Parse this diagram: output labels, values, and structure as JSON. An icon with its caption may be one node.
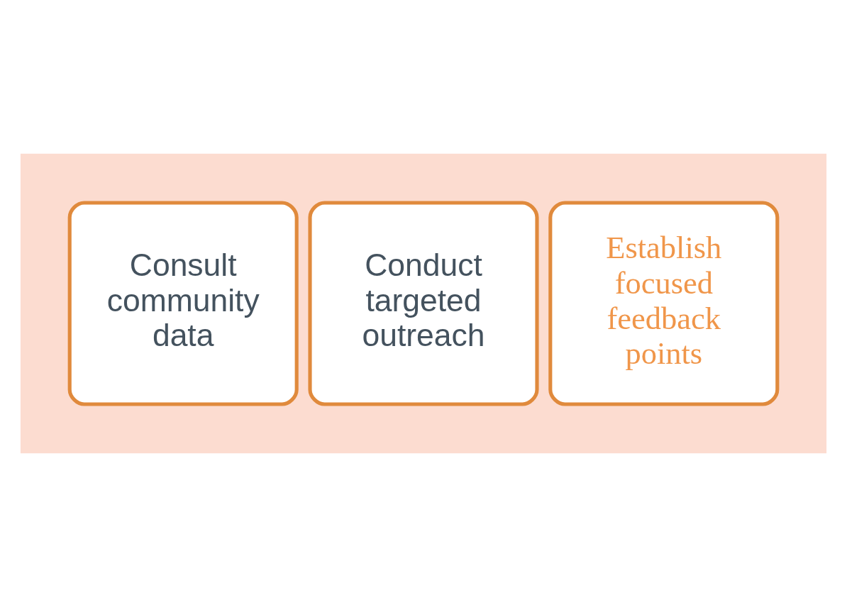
{
  "diagram": {
    "nodes": [
      {
        "text": [],
        "shape": "arrow"
      },
      {
        "text": [
          "Consult community data"
        ],
        "in": 0
      },
      {
        "text": [
          "Conduct targeted outreach"
        ],
        "in": 0
      },
      {
        "text": [
          "Establish focused feedback points"
        ],
        "in": 0
      }
    ]
  }
}
